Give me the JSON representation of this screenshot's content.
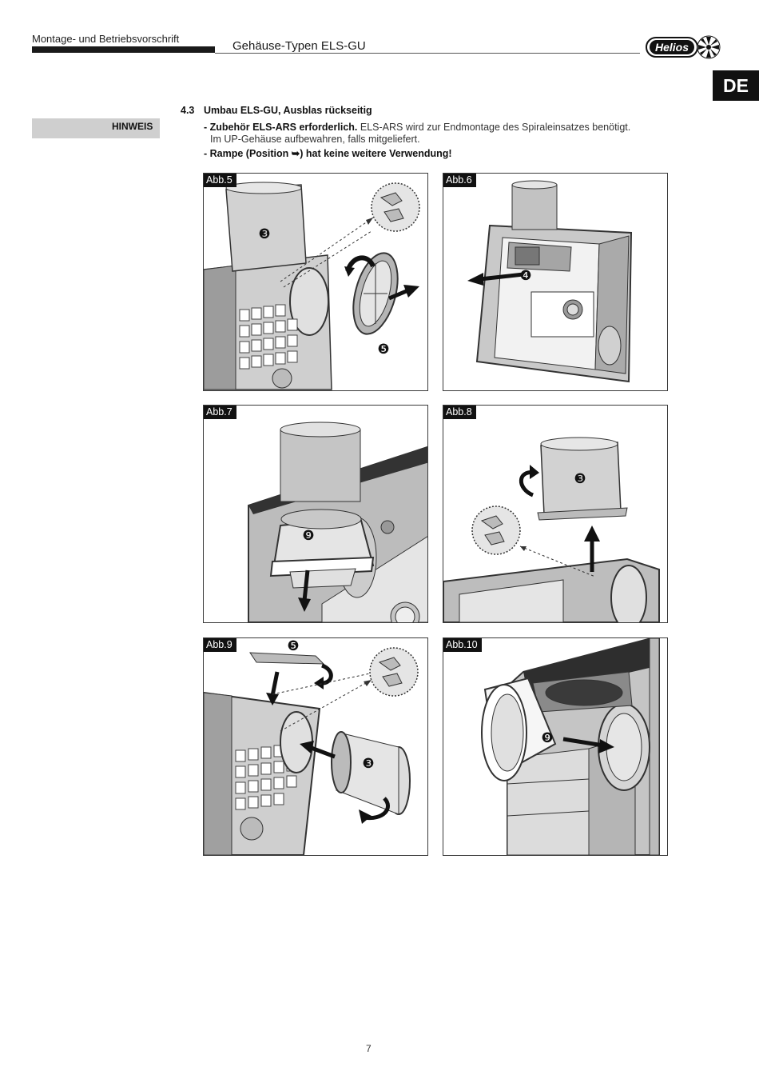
{
  "header": {
    "doc_type": "Montage- und Betriebsvorschrift",
    "title": "Gehäuse-Typen ELS-GU",
    "brand": "Helios",
    "language_tab": "DE"
  },
  "note_label": "HINWEIS",
  "section": {
    "number": "4.3",
    "title": "Umbau ELS-GU, Ausblas rückseitig",
    "line1_bold": "- Zubehör ELS-ARS erforderlich.",
    "line1_rest": " ELS-ARS wird zur Endmontage des Spiraleinsatzes benötigt.",
    "line2": "Im UP-Gehäuse aufbewahren, falls mitgeliefert.",
    "line3_pre": "- Rampe (Position ",
    "line3_symbol": "➥",
    "line3_post": ") hat keine weitere Verwendung!"
  },
  "figures": [
    {
      "label": "Abb.5",
      "markers": [
        "❸",
        "❺"
      ]
    },
    {
      "label": "Abb.6",
      "markers": [
        "❹"
      ]
    },
    {
      "label": "Abb.7",
      "markers": [
        "❾"
      ]
    },
    {
      "label": "Abb.8",
      "markers": [
        "❸"
      ]
    },
    {
      "label": "Abb.9",
      "markers": [
        "❺",
        "❸"
      ]
    },
    {
      "label": "Abb.10",
      "markers": [
        "❾"
      ]
    }
  ],
  "page_number": "7",
  "colors": {
    "text": "#1a1a1a",
    "note_box": "#cfcfcf",
    "tab_bg": "#111111"
  }
}
